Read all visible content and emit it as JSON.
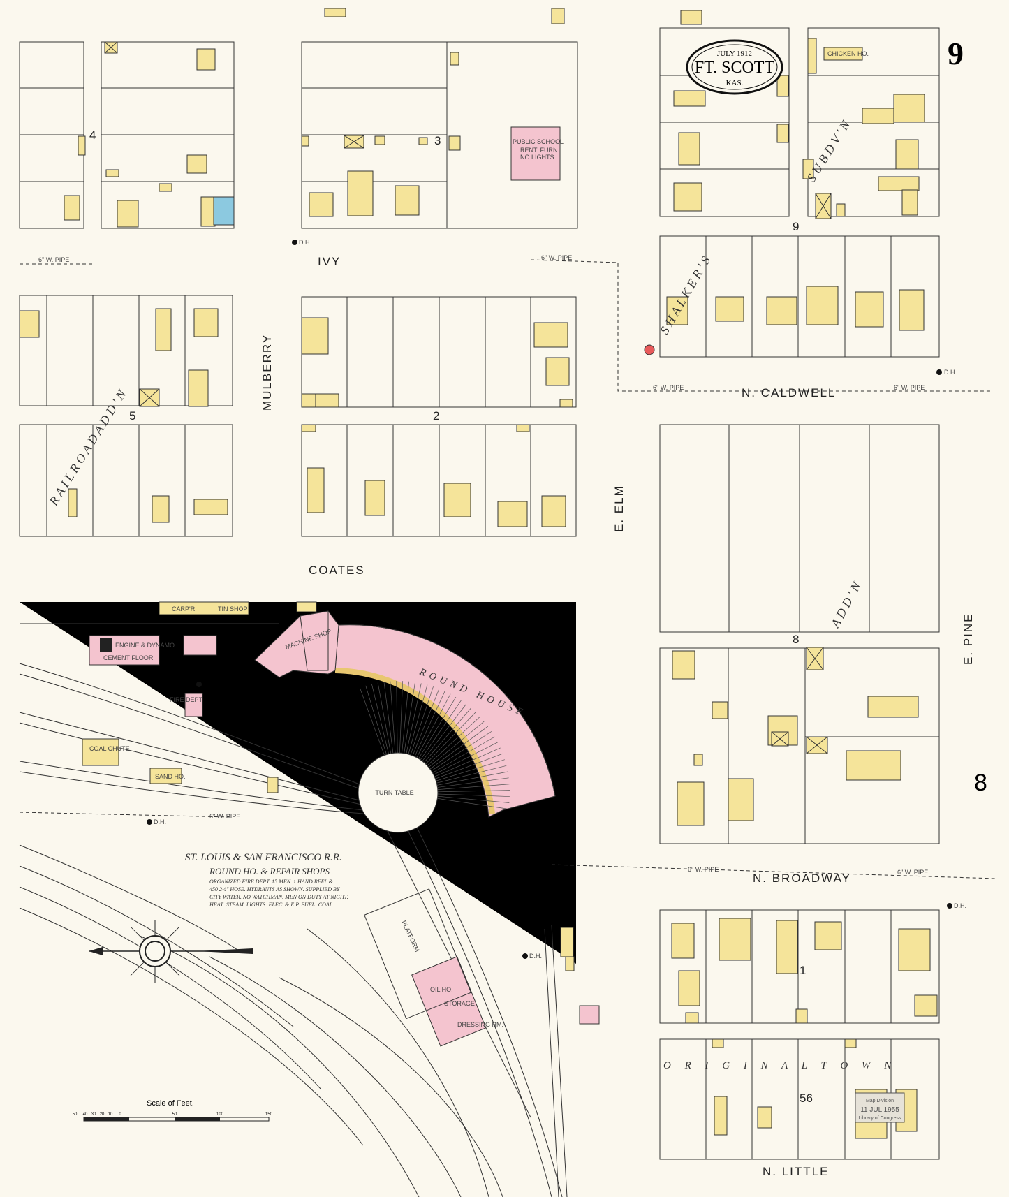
{
  "title": {
    "month_year": "JULY 1912",
    "city": "FT. SCOTT",
    "state": "KAS."
  },
  "sheet_number": "9",
  "side_sheet_number": "8",
  "streets": {
    "ivy": "IVY",
    "mulberry": "MULBERRY",
    "coates": "COATES",
    "e_elm": "E. ELM",
    "n_caldwell": "N. CALDWELL",
    "e_pine": "E. PINE",
    "n_broadway": "N. BROADWAY",
    "n_little": "N. LITTLE"
  },
  "blocks": {
    "b4": "4",
    "b3": "3",
    "b5": "5",
    "b2": "2",
    "b9": "9",
    "b8": "8",
    "b1": "1",
    "b56": "56"
  },
  "additions": {
    "railroad_addn": "R A I L R O A D   A D D ' N",
    "walkers_subdvn": "S U B D V ' N",
    "shalkers": "S H A L K E R ' S",
    "shelbers_addn": "A D D ' N",
    "original_town": "O R I G I N A L   T O W N"
  },
  "railroad": {
    "name": "ST. LOUIS & SAN FRANCISCO R.R.",
    "sub": "ROUND HO. & REPAIR SHOPS",
    "notes": [
      "ORGANIZED FIRE DEPT. 15 MEN. 1 HAND REEL &",
      "450 2½\" HOSE. HYDRANTS AS SHOWN. SUPPLIED BY",
      "CITY WATER. NO WATCHMAN. MEN ON DUTY AT NIGHT.",
      "HEAT: STEAM. LIGHTS: ELEC. & E.P. FUEL: COAL."
    ],
    "round_house": "ROUND HOUSE",
    "machine_shop": "MACHINE SHOP",
    "turn_table": "TURN TABLE",
    "coal_chute": "COAL CHUTE",
    "fire_dept": "FIRE DEPT",
    "engine_dynamo": "ENGINE & DYNAMO",
    "cement_floor": "CEMENT FLOOR",
    "platform": "PLATFORM",
    "oil_ho": "OIL HO.",
    "storage": "STORAGE",
    "dressing_rm": "DRESSING RM.",
    "sand_ho": "SAND HO.",
    "carp": "CARP'R",
    "tin_shop": "TIN SHOP"
  },
  "public_school": {
    "name": "PUBLIC SCHOOL",
    "note1": "RENT. FURN.",
    "note2": "NO LIGHTS"
  },
  "chicken_ho": "CHICKEN HO.",
  "pipe_label": "6\" W. PIPE",
  "dh": "D.H.",
  "scale": {
    "label": "Scale of Feet.",
    "ticks": [
      "50",
      "40",
      "30",
      "20",
      "10",
      "0",
      "50",
      "100",
      "150"
    ]
  },
  "stamp": {
    "line1": "Map Division",
    "line2": "11 JUL 1955",
    "line3": "Library of Congress"
  },
  "colors": {
    "frame_brick": "#f4c4cf",
    "frame_dwelling": "#f5e49a",
    "stone": "#8cc9e0",
    "paper": "#fbf8ee"
  }
}
